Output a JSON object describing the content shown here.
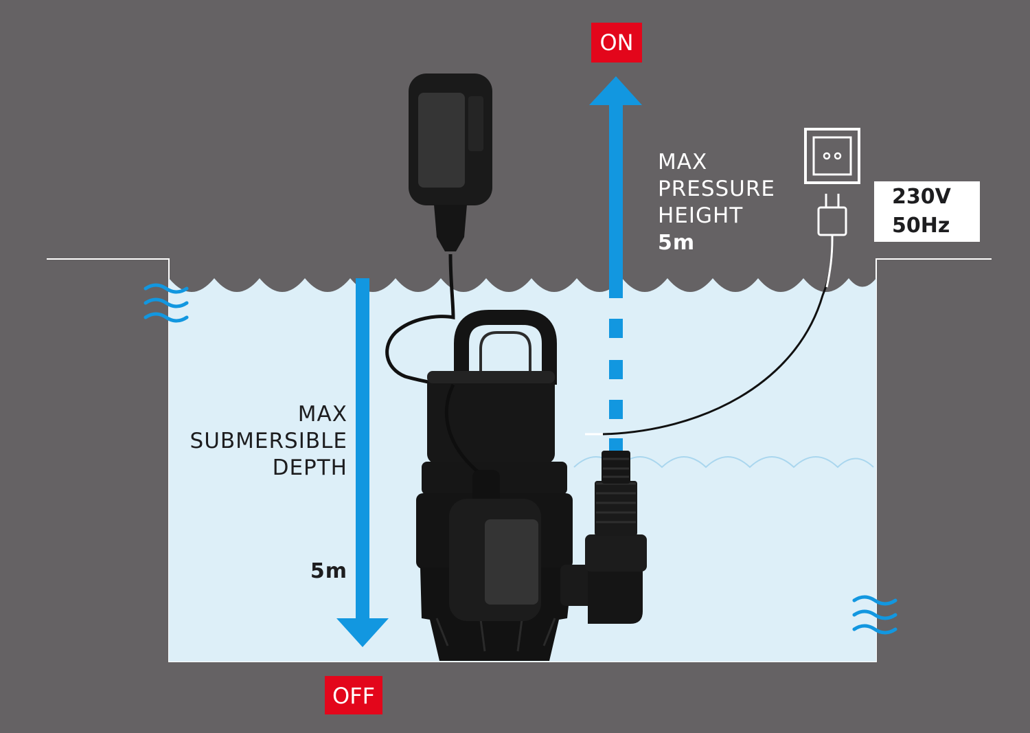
{
  "switch": {
    "on_label": "ON",
    "off_label": "OFF"
  },
  "pressure": {
    "line1": "MAX",
    "line2": "PRESSURE",
    "line3": "HEIGHT",
    "value": "5m"
  },
  "depth": {
    "line1": "MAX",
    "line2": "SUBMERSIBLE",
    "line3": "DEPTH",
    "value": "5m"
  },
  "power": {
    "voltage": "230V",
    "frequency": "50Hz"
  },
  "colors": {
    "background": "#656264",
    "water": "#ddeff8",
    "arrow": "#1297e0",
    "badge": "#e3061b",
    "pump": "#161616"
  },
  "icons": [
    "wave-icon",
    "socket-icon",
    "plug-icon",
    "float-switch-icon",
    "pump-icon"
  ]
}
